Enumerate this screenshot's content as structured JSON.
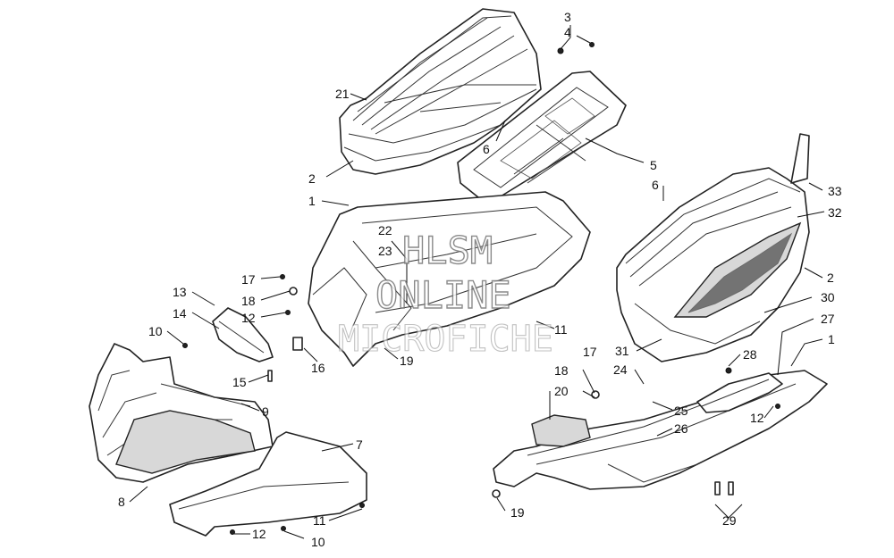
{
  "watermark": {
    "line1": "HLSM",
    "line2": "ONLINE",
    "line3": "MICROFICHE"
  },
  "callouts": [
    {
      "id": "c3",
      "text": "3"
    },
    {
      "id": "c4",
      "text": "4"
    },
    {
      "id": "c21",
      "text": "21"
    },
    {
      "id": "c6a",
      "text": "6"
    },
    {
      "id": "c2a",
      "text": "2"
    },
    {
      "id": "c5",
      "text": "5"
    },
    {
      "id": "c6b",
      "text": "6"
    },
    {
      "id": "c33",
      "text": "33"
    },
    {
      "id": "c32",
      "text": "32"
    },
    {
      "id": "c2b",
      "text": "2"
    },
    {
      "id": "c1a",
      "text": "1"
    },
    {
      "id": "c22",
      "text": "22"
    },
    {
      "id": "c23",
      "text": "23"
    },
    {
      "id": "c17a",
      "text": "17"
    },
    {
      "id": "c18a",
      "text": "18"
    },
    {
      "id": "c13",
      "text": "13"
    },
    {
      "id": "c14",
      "text": "14"
    },
    {
      "id": "c12a",
      "text": "12"
    },
    {
      "id": "c10a",
      "text": "10"
    },
    {
      "id": "c16",
      "text": "16"
    },
    {
      "id": "c19a",
      "text": "19"
    },
    {
      "id": "c11a",
      "text": "11"
    },
    {
      "id": "c15",
      "text": "15"
    },
    {
      "id": "c9",
      "text": "9"
    },
    {
      "id": "c7",
      "text": "7"
    },
    {
      "id": "c8",
      "text": "8"
    },
    {
      "id": "c11b",
      "text": "11"
    },
    {
      "id": "c12b",
      "text": "12"
    },
    {
      "id": "c10b",
      "text": "10"
    },
    {
      "id": "c30",
      "text": "30"
    },
    {
      "id": "c27",
      "text": "27"
    },
    {
      "id": "c31",
      "text": "31"
    },
    {
      "id": "c1b",
      "text": "1"
    },
    {
      "id": "c18b",
      "text": "18"
    },
    {
      "id": "c17b",
      "text": "17"
    },
    {
      "id": "c24",
      "text": "24"
    },
    {
      "id": "c28",
      "text": "28"
    },
    {
      "id": "c20",
      "text": "20"
    },
    {
      "id": "c25",
      "text": "25"
    },
    {
      "id": "c12c",
      "text": "12"
    },
    {
      "id": "c26",
      "text": "26"
    },
    {
      "id": "c19b",
      "text": "19"
    },
    {
      "id": "c29",
      "text": "29"
    }
  ]
}
